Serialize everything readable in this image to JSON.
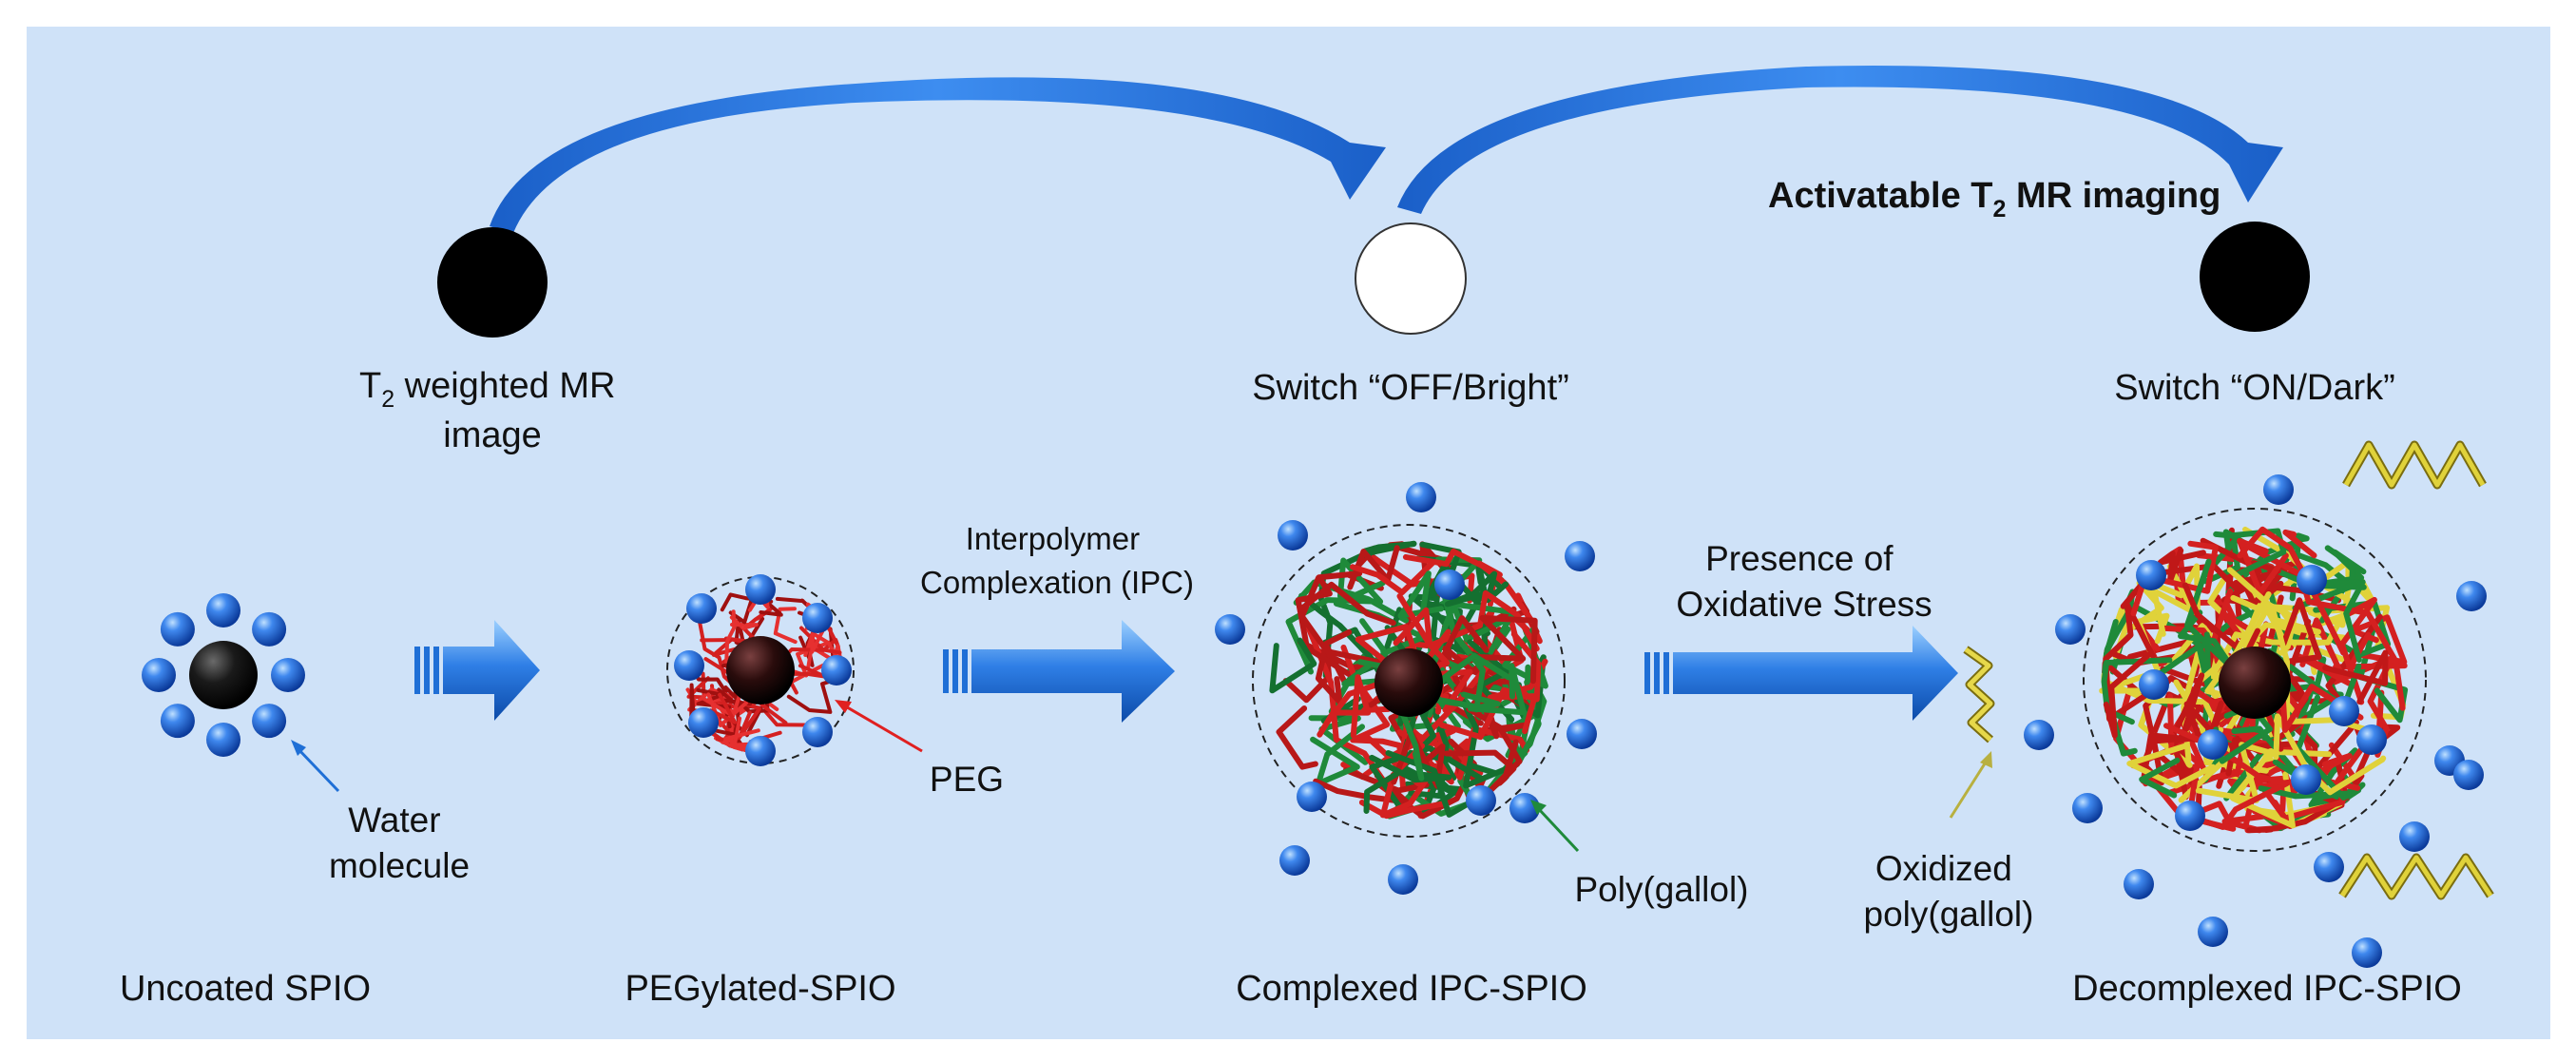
{
  "title": {
    "pre": "Activatable T",
    "sub": "2",
    "post": " MR imaging"
  },
  "mr_image_label": {
    "pre": "T",
    "sub": "2",
    "line1_post": " weighted MR",
    "line2": "image"
  },
  "switch_off": "Switch “OFF/Bright”",
  "switch_on": "Switch “ON/Dark”",
  "step_ipc": {
    "line1": "Interpolymer",
    "line2": "Complexation (IPC)"
  },
  "step_oxidative": {
    "line1": "Presence of",
    "line2": "Oxidative Stress"
  },
  "annotations": {
    "water": {
      "line1": "Water",
      "line2": "molecule"
    },
    "peg": "PEG",
    "polygallol": "Poly(gallol)",
    "oxidized": {
      "line1": "Oxidized",
      "line2": "poly(gallol)"
    }
  },
  "stages": [
    "Uncoated SPIO",
    "PEGylated-SPIO",
    "Complexed IPC-SPIO",
    "Decomplexed IPC-SPIO"
  ],
  "colors": {
    "background": "#cfe2f8",
    "arrow_blue": "#1f6fd6",
    "water_blue": "#2f6fe0",
    "peg_red": "#d42020",
    "gallol_green": "#1f8a3a",
    "oxidized_yellow": "#e0d23a",
    "core": "#111111"
  }
}
